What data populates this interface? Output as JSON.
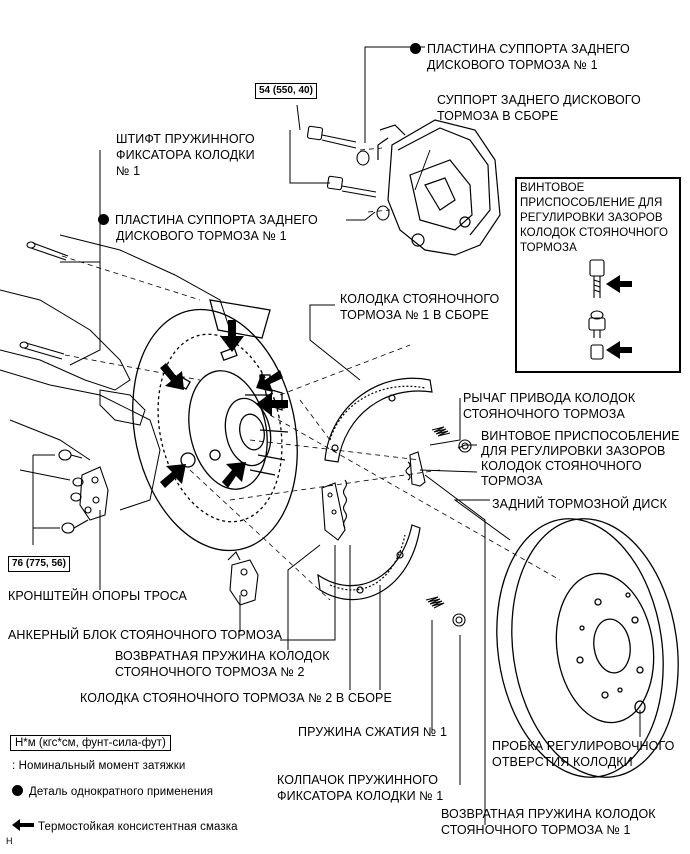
{
  "labels": {
    "caliper_plate_1": [
      "ПЛАСТИНА СУППОРТА ЗАДНЕГО",
      "ДИСКОВОГО ТОРМОЗА № 1"
    ],
    "caliper_assy": [
      "СУППОРТ ЗАДНЕГО ДИСКОВОГО",
      "ТОРМОЗА В СБОРЕ"
    ],
    "pin": [
      "ШТИФТ ПРУЖИННОГО",
      "ФИКСАТОРА КОЛОДКИ",
      "№ 1"
    ],
    "caliper_plate_2": [
      "ПЛАСТИНА СУППОРТА ЗАДНЕГО",
      "ДИСКОВОГО ТОРМОЗА № 1"
    ],
    "adjuster_inset": [
      "ВИНТОВОЕ",
      "ПРИСПОСОБЛЕНИЕ ДЛЯ",
      "РЕГУЛИРОВКИ ЗАЗОРОВ",
      "КОЛОДОК СТОЯНОЧНОГО",
      "ТОРМОЗА"
    ],
    "shoe1": [
      "КОЛОДКА СТОЯНОЧНОГО",
      "ТОРМОЗА № 1 В СБОРЕ"
    ],
    "lever": [
      "РЫЧАГ ПРИВОДА КОЛОДОК",
      "СТОЯНОЧНОГО ТОРМОЗА"
    ],
    "adjuster": [
      "ВИНТОВОЕ ПРИСПОСОБЛЕНИЕ",
      "ДЛЯ РЕГУЛИРОВКИ ЗАЗОРОВ",
      "КОЛОДОК СТОЯНОЧНОГО",
      "ТОРМОЗА"
    ],
    "disc": [
      "ЗАДНИЙ ТОРМОЗНОЙ ДИСК"
    ],
    "cable_bracket": [
      "КРОНШТЕЙН ОПОРЫ ТРОСА"
    ],
    "anchor": [
      "АНКЕРНЫЙ БЛОК СТОЯНОЧНОГО ТОРМОЗА"
    ],
    "return_spring2": [
      "ВОЗВРАТНАЯ ПРУЖИНА КОЛОДОК",
      "СТОЯНОЧНОГО ТОРМОЗА № 2"
    ],
    "shoe2": [
      "КОЛОДКА СТОЯНОЧНОГО ТОРМОЗА № 2 В СБОРЕ"
    ],
    "comp_spring": [
      "ПРУЖИНА СЖАТИЯ № 1"
    ],
    "plug": [
      "ПРОБКА РЕГУЛИРОВОЧНОГО",
      "ОТВЕРСТИЯ КОЛОДКИ"
    ],
    "cap": [
      "КОЛПАЧОК ПРУЖИННОГО",
      "ФИКСАТОРА КОЛОДКИ № 1"
    ],
    "return_spring1": [
      "ВОЗВРАТНАЯ ПРУЖИНА КОЛОДОК",
      "СТОЯНОЧНОГО ТОРМОЗА № 1"
    ]
  },
  "torques": {
    "caliper_bolt": "54 (550, 40)",
    "bracket_bolt": "76 (775, 56)"
  },
  "legend": {
    "units": "Н*м (кгс*см, фунт-сила-фут)",
    "specified": ": Номинальный момент затяжки",
    "non_reusable": "Деталь однократного применения",
    "grease": "Термостойкая консистентная смазка",
    "code": "H"
  }
}
